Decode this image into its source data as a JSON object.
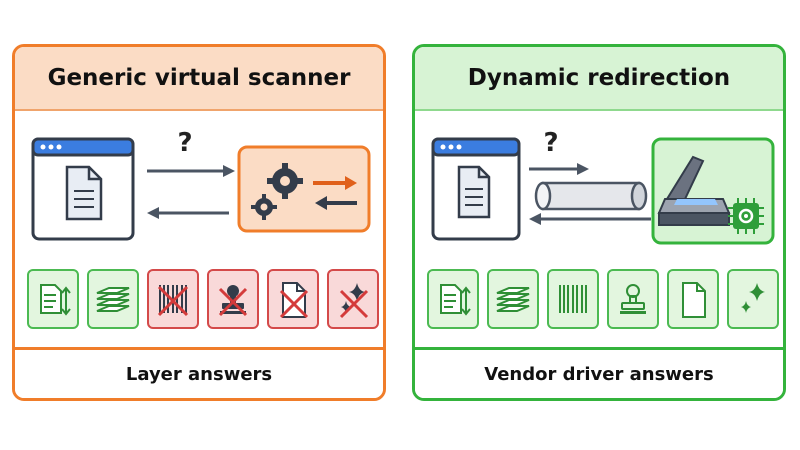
{
  "left_panel": {
    "title": "Generic virtual scanner",
    "footer": "Layer answers",
    "question_mark": "?",
    "icons": [
      {
        "name": "document-transfer-icon",
        "status": "supported"
      },
      {
        "name": "stack-icon",
        "status": "supported"
      },
      {
        "name": "barcode-icon",
        "status": "unsupported"
      },
      {
        "name": "stamp-icon",
        "status": "unsupported"
      },
      {
        "name": "blank-page-icon",
        "status": "unsupported"
      },
      {
        "name": "sparkle-icon",
        "status": "unsupported"
      }
    ]
  },
  "right_panel": {
    "title": "Dynamic redirection",
    "footer": "Vendor driver answers",
    "question_mark": "?",
    "icons": [
      {
        "name": "document-transfer-icon",
        "status": "supported"
      },
      {
        "name": "stack-icon",
        "status": "supported"
      },
      {
        "name": "barcode-icon",
        "status": "supported"
      },
      {
        "name": "stamp-icon",
        "status": "supported"
      },
      {
        "name": "blank-page-icon",
        "status": "supported"
      },
      {
        "name": "sparkle-icon",
        "status": "supported"
      }
    ]
  },
  "colors": {
    "orange": "#f07d2a",
    "green": "#34b33c",
    "red": "#d44a4a",
    "window_blue": "#3b7de0"
  }
}
